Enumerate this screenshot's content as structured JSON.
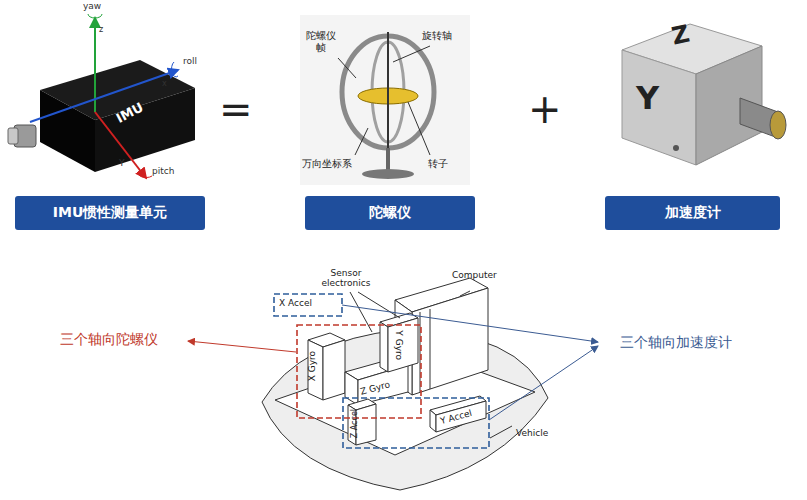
{
  "diagram": {
    "nodes": [
      {
        "text": [
          "IMU惯性测量单元"
        ]
      },
      {
        "text": [
          "陀螺仪"
        ]
      },
      {
        "text": [
          "加速度计"
        ]
      }
    ],
    "labels": [
      "yaw",
      "z",
      "roll",
      "x",
      "IMU",
      "Y",
      "pitch",
      "=",
      "陀螺仪 帧",
      "旋转轴",
      "万向坐标系",
      "转子",
      "+",
      "Z",
      "Y",
      "Sensor electronics",
      "Computer",
      "X Accel",
      "三个轴向陀螺仪",
      "X Gyro",
      "Z Gyro",
      "Y Gyro",
      "三个轴向加速度计",
      "Z Accel",
      "Y Accel",
      "Vehicle"
    ]
  }
}
